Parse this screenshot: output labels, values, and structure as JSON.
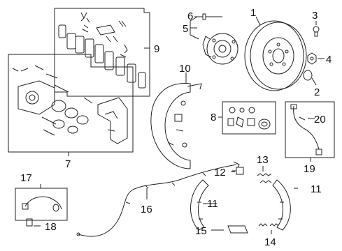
{
  "diagram": {
    "callouts": {
      "c1": "1",
      "c2": "2",
      "c3": "3",
      "c4": "4",
      "c5": "5",
      "c6": "6",
      "c7": "7",
      "c8": "8",
      "c9": "9",
      "c10": "10",
      "c11a": "11",
      "c11b": "11",
      "c12": "12",
      "c13": "13",
      "c14": "14",
      "c15": "15",
      "c16": "16",
      "c17": "17",
      "c18": "18",
      "c19": "19",
      "c20": "20"
    }
  }
}
